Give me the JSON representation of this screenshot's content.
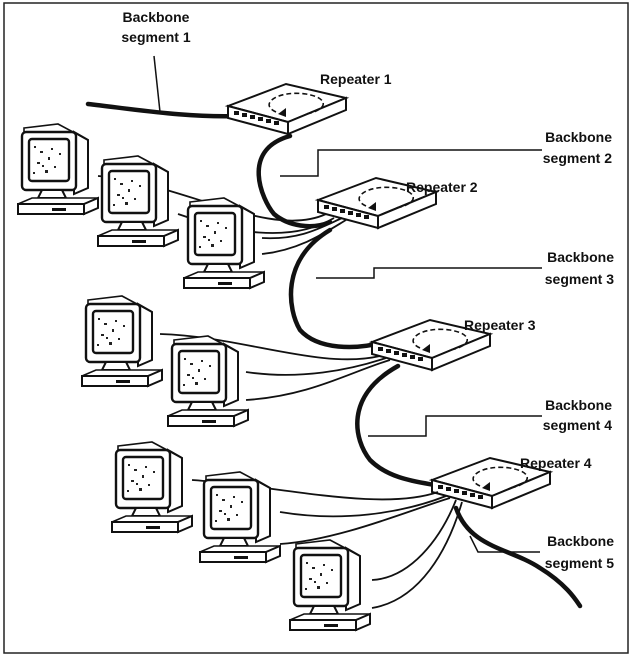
{
  "labels": {
    "backbone_1": [
      "Backbone",
      "segment 1"
    ],
    "backbone_2": [
      "Backbone",
      "segment 2"
    ],
    "backbone_3": [
      "Backbone",
      "segment 3"
    ],
    "backbone_4": [
      "Backbone",
      "segment 4"
    ],
    "backbone_5": [
      "Backbone",
      "segment 5"
    ],
    "repeater_1": "Repeater 1",
    "repeater_2": "Repeater 2",
    "repeater_3": "Repeater 3",
    "repeater_4": "Repeater 4"
  },
  "colors": {
    "line": "#111111",
    "frame": "#222222",
    "screen": "#ffffff"
  }
}
